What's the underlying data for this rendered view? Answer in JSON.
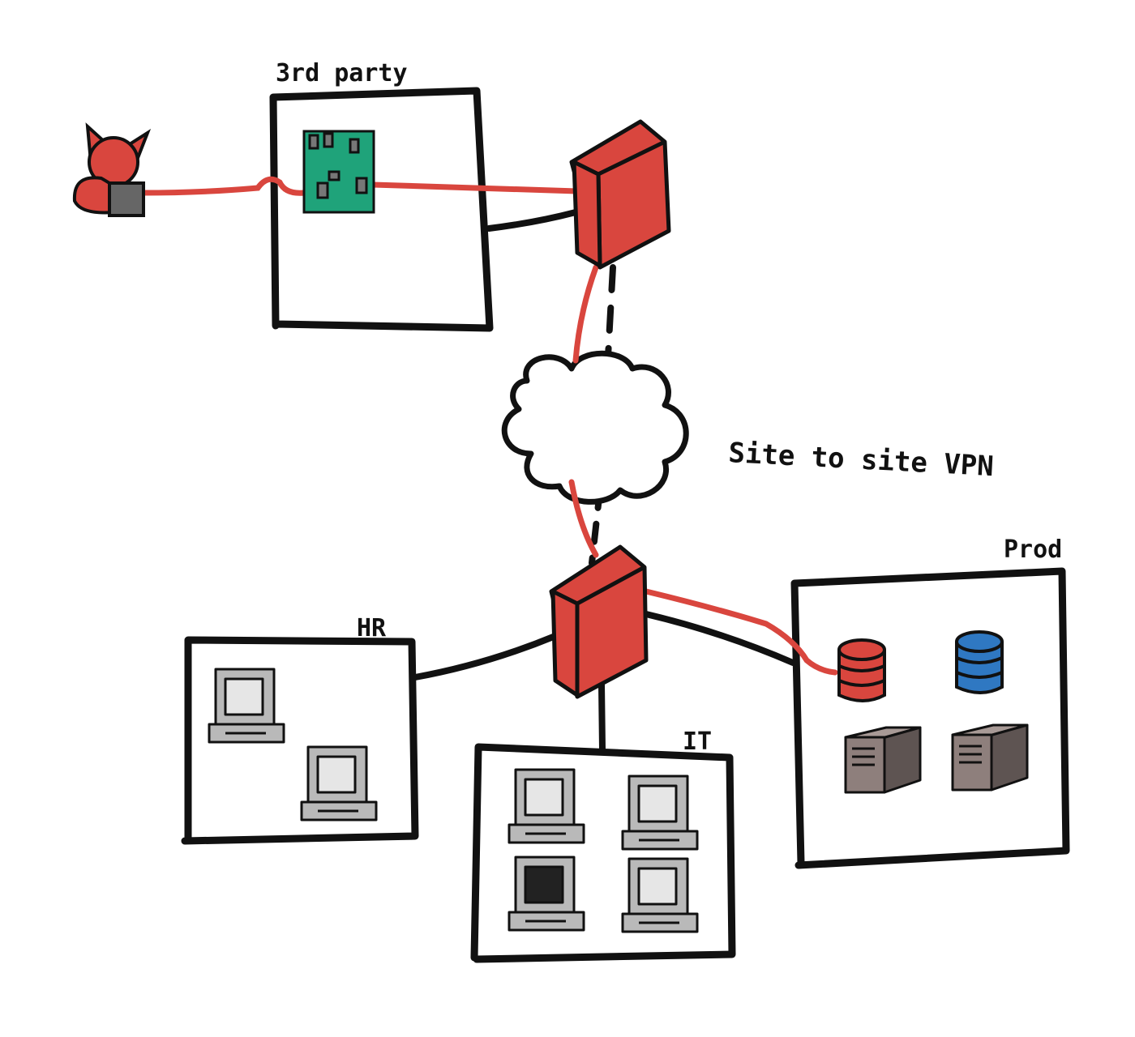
{
  "colors": {
    "line": "#111111",
    "attack_path": "#d9463e",
    "firewall": "#d9463e",
    "board": "#1fa37a",
    "db_red": "#d9463e",
    "db_blue": "#2f78c2",
    "computer": "#b9b9b9",
    "server": "#8e7f7c"
  },
  "labels": {
    "third_party": "3rd party",
    "vpn": "Site to site VPN",
    "hr": "HR",
    "it": "IT",
    "prod": "Prod"
  },
  "icons": {
    "attacker": "devil-hacker-icon",
    "board": "circuit-board-icon",
    "firewall": "firewall-icon",
    "cloud": "cloud-icon",
    "computer": "computer-icon",
    "database": "database-icon",
    "server": "server-icon"
  }
}
